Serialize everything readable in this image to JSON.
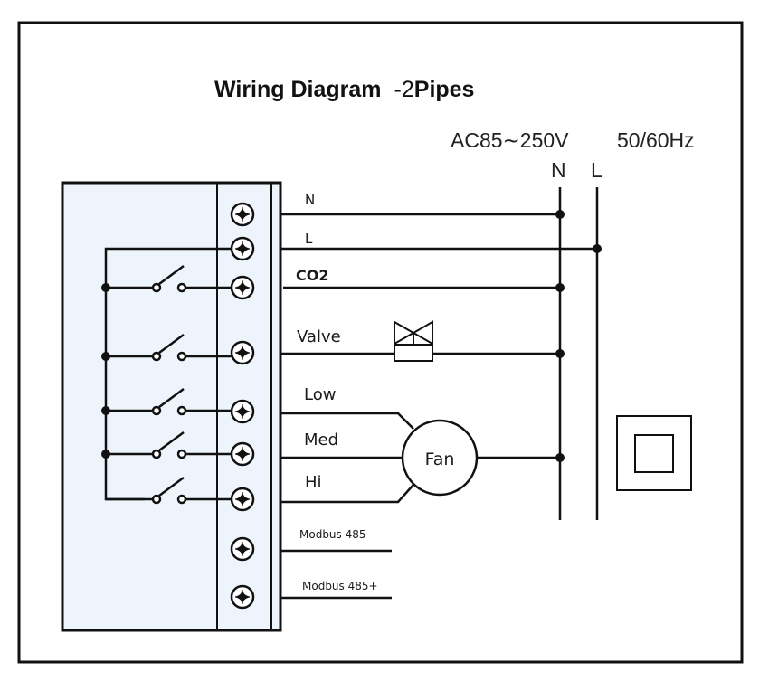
{
  "title": "Wiring Diagram",
  "title_suffix_prefix": "-2",
  "title_suffix": "Pipes",
  "power_spec": {
    "voltage": "AC85∼250V",
    "frequency": "50/60Hz"
  },
  "busbars": {
    "neutral": "N",
    "live": "L"
  },
  "wire_labels": {
    "n": "N",
    "l": "L",
    "co2": "CO2",
    "valve": "Valve",
    "low": "Low",
    "med": "Med",
    "hi": "Hi",
    "modbus_minus": "Modbus 485-",
    "modbus_plus": "Modbus 485+"
  },
  "fan_label": "Fan",
  "colors": {
    "panel_fill": "#eef4fc",
    "line": "#111111"
  }
}
